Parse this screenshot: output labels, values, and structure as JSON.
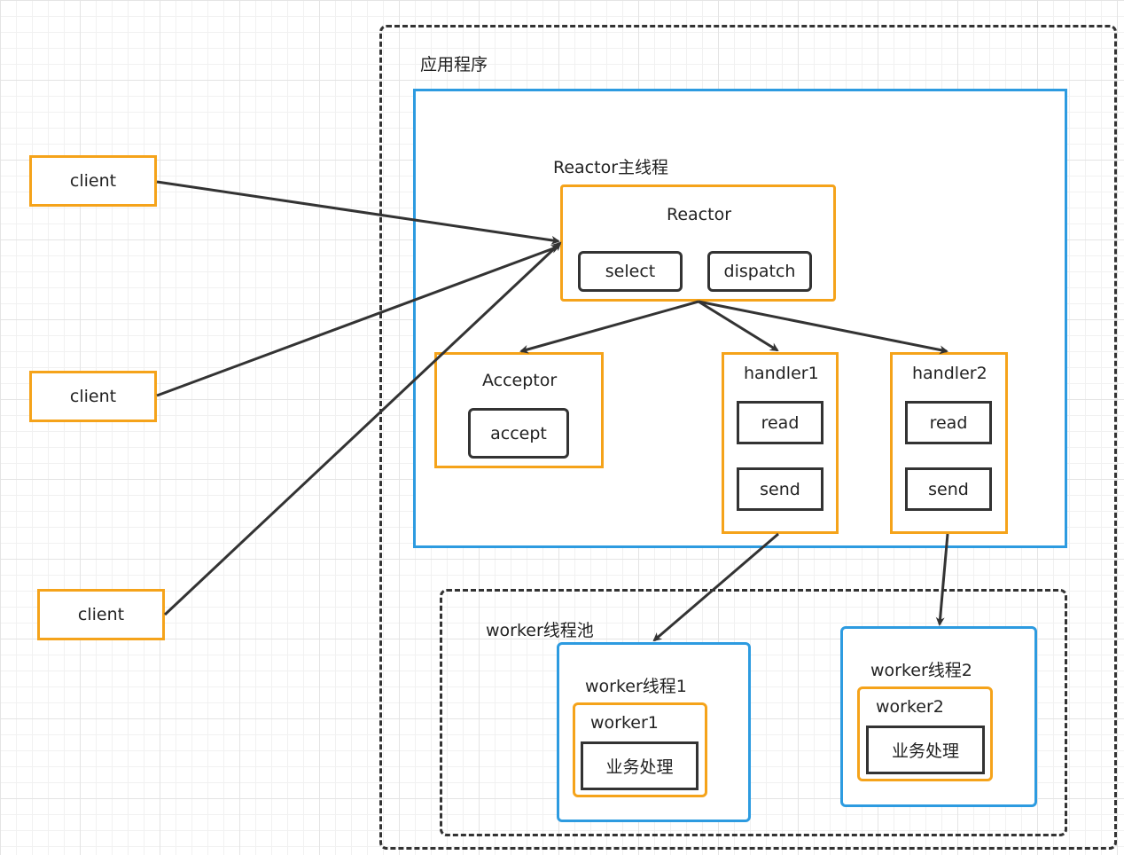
{
  "clients": [
    "client",
    "client",
    "client"
  ],
  "app": {
    "title": "应用程序"
  },
  "reactor_thread": {
    "title": "Reactor主线程"
  },
  "reactor": {
    "title": "Reactor",
    "select": "select",
    "dispatch": "dispatch"
  },
  "acceptor": {
    "title": "Acceptor",
    "accept": "accept"
  },
  "handler1": {
    "title": "handler1",
    "read": "read",
    "send": "send"
  },
  "handler2": {
    "title": "handler2",
    "read": "read",
    "send": "send"
  },
  "worker_pool": {
    "title": "worker线程池"
  },
  "worker_thread1": {
    "title": "worker线程1",
    "worker": "worker1",
    "task": "业务处理"
  },
  "worker_thread2": {
    "title": "worker线程2",
    "worker": "worker2",
    "task": "业务处理"
  },
  "colors": {
    "orange": "#f5a31a",
    "blue": "#2d9be0",
    "dark": "#333333"
  }
}
